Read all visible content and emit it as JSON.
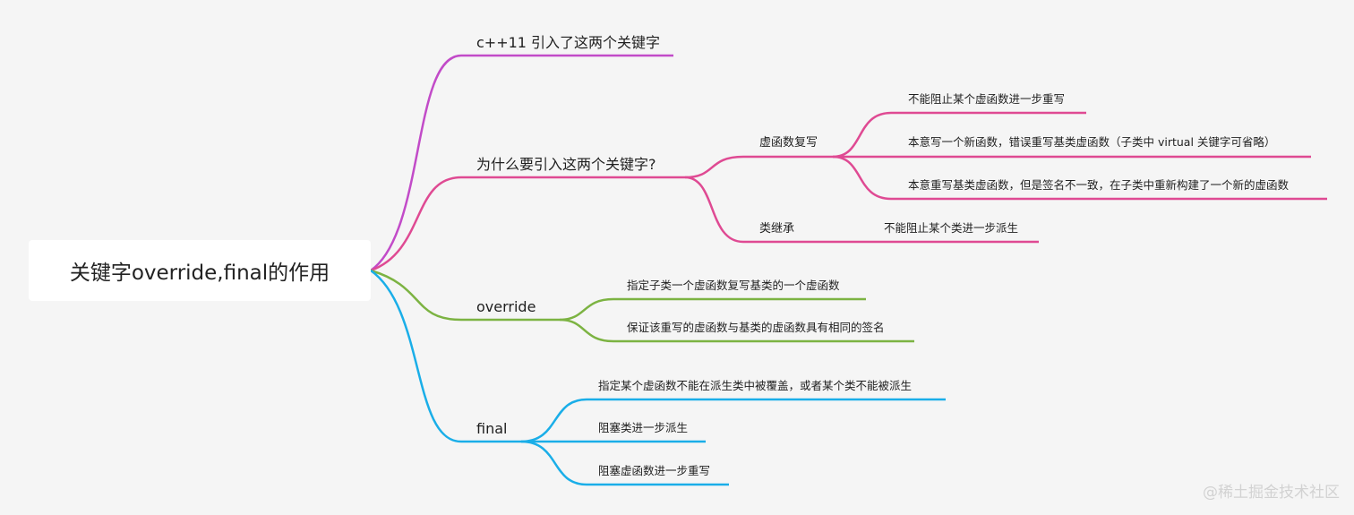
{
  "colors": {
    "purple": "#c24bc8",
    "pink": "#df4a93",
    "green": "#7cb342",
    "blue": "#1aaee8"
  },
  "root": {
    "label": "关键字override,final的作用"
  },
  "branches": [
    {
      "label": "c++11 引入了这两个关键字",
      "color": "purple",
      "children": []
    },
    {
      "label": "为什么要引入这两个关键字?",
      "color": "pink",
      "children": [
        {
          "label": "虚函数复写",
          "children": [
            "不能阻止某个虚函数进一步重写",
            "本意写一个新函数，错误重写基类虚函数（子类中 virtual 关键字可省略）",
            "本意重写基类虚函数，但是签名不一致，在子类中重新构建了一个新的虚函数"
          ]
        },
        {
          "label": "类继承",
          "children": [
            "不能阻止某个类进一步派生"
          ]
        }
      ]
    },
    {
      "label": "override",
      "color": "green",
      "children": [
        {
          "label": "指定子类一个虚函数复写基类的一个虚函数",
          "children": []
        },
        {
          "label": "保证该重写的虚函数与基类的虚函数具有相同的签名",
          "children": []
        }
      ]
    },
    {
      "label": "final",
      "color": "blue",
      "children": [
        {
          "label": "指定某个虚函数不能在派生类中被覆盖，或者某个类不能被派生",
          "children": []
        },
        {
          "label": "阻塞类进一步派生",
          "children": []
        },
        {
          "label": "阻塞虚函数进一步重写",
          "children": []
        }
      ]
    }
  ],
  "watermark": "@稀土掘金技术社区"
}
